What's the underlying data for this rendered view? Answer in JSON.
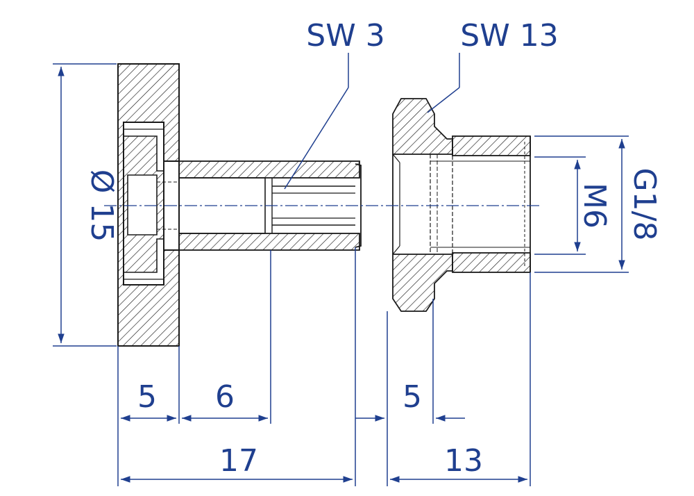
{
  "labels": {
    "sw3": "SW 3",
    "sw13": "SW 13",
    "dia": "Ø 15",
    "m6": "M6",
    "g18": "G1/8",
    "d5a": "5",
    "d6": "6",
    "d5b": "5",
    "d17": "17",
    "d13": "13"
  },
  "colors": {
    "outline": "#1a1a1a",
    "dimension": "#1f3f8f",
    "hatch": "#1a1a1a",
    "background": "#ffffff"
  }
}
